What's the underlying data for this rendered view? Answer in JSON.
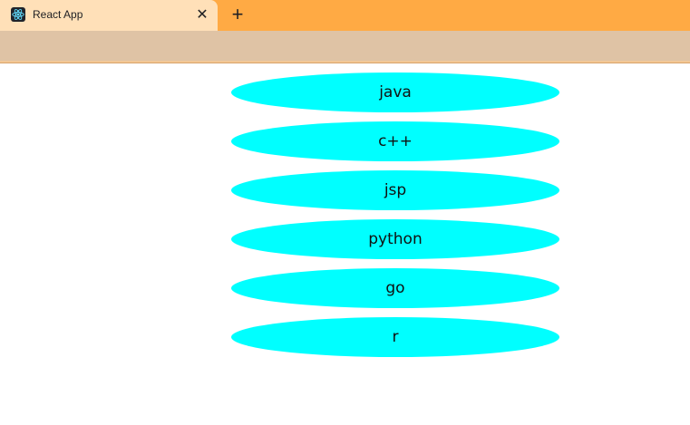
{
  "browser": {
    "tab": {
      "title": "React App",
      "favicon": "react-icon",
      "close_glyph": "✕"
    },
    "new_tab_glyph": "+",
    "colors": {
      "tabstrip": "#ffaa44",
      "active_tab": "#ffe0b8",
      "toolbar": "#dfc3a5"
    }
  },
  "page": {
    "items": [
      "java",
      "c++",
      "jsp",
      "python",
      "go",
      "r"
    ],
    "item_color": "#00ffff"
  }
}
